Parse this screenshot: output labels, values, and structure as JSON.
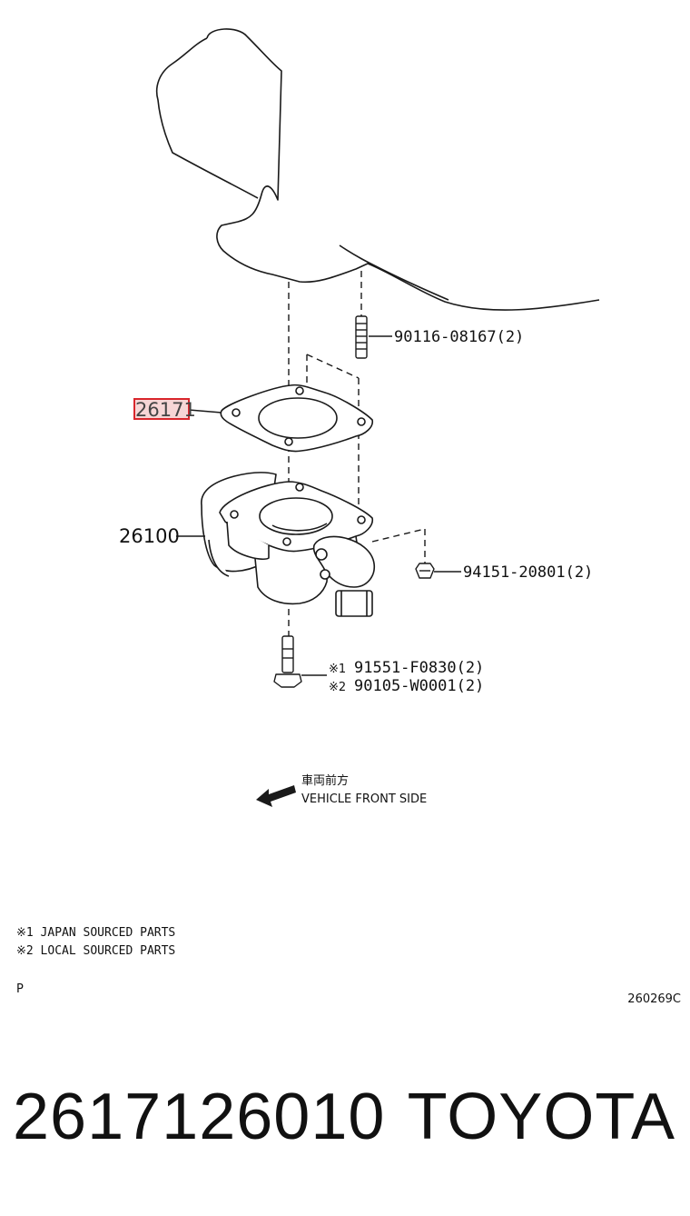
{
  "callouts": {
    "stud": "90116-08167(2)",
    "gasket": "26171",
    "throttle_body": "26100",
    "nut": "94151-20801(2)",
    "bolt_mark_1": "※1",
    "bolt_1": "91551-F0830(2)",
    "bolt_mark_2": "※2",
    "bolt_2": "90105-W0001(2)"
  },
  "direction": {
    "jp": "車両前方",
    "en": "VEHICLE FRONT SIDE"
  },
  "notes": {
    "line1": "※1 JAPAN SOURCED PARTS",
    "line2": "※2 LOCAL SOURCED PARTS",
    "page_marker": "P",
    "drawing_id": "260269C"
  },
  "footer": {
    "part_number": "2617126010",
    "brand": "TOYOTA"
  },
  "colors": {
    "highlight": "#d9262c",
    "highlight_fill": "#f6d6d6",
    "line": "#1a1a1a"
  }
}
